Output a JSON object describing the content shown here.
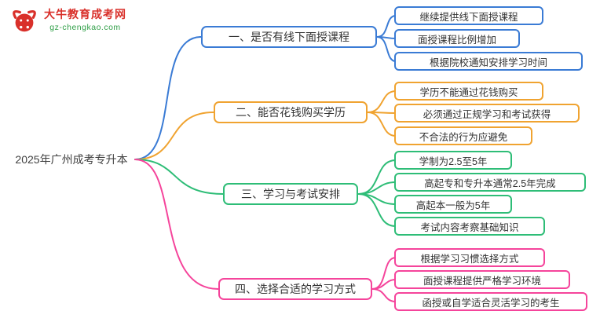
{
  "logo": {
    "title": "大牛教育成考网",
    "domain": "gz-chengkao.com",
    "icon": "bull-logo-icon",
    "title_color": "#d9302a",
    "domain_color": "#2e9e46"
  },
  "root": {
    "label": "2025年广州成考专升本"
  },
  "colors": {
    "blue": "#3a7bd5",
    "orange": "#f0a330",
    "green": "#2ebd77",
    "pink": "#f5449b"
  },
  "branches": [
    {
      "label": "一、是否有线下面授课程",
      "color": "#3a7bd5",
      "children": [
        "继续提供线下面授课程",
        "面授课程比例增加",
        "根据院校通知安排学习时间"
      ]
    },
    {
      "label": "二、能否花钱购买学历",
      "color": "#f0a330",
      "children": [
        "学历不能通过花钱购买",
        "必须通过正规学习和考试获得",
        "不合法的行为应避免"
      ]
    },
    {
      "label": "三、学习与考试安排",
      "color": "#2ebd77",
      "children": [
        "学制为2.5至5年",
        "高起专和专升本通常2.5年完成",
        "高起本一般为5年",
        "考试内容考察基础知识"
      ]
    },
    {
      "label": "四、选择合适的学习方式",
      "color": "#f5449b",
      "children": [
        "根据学习习惯选择方式",
        "面授课程提供严格学习环境",
        "函授或自学适合灵活学习的考生"
      ]
    }
  ]
}
